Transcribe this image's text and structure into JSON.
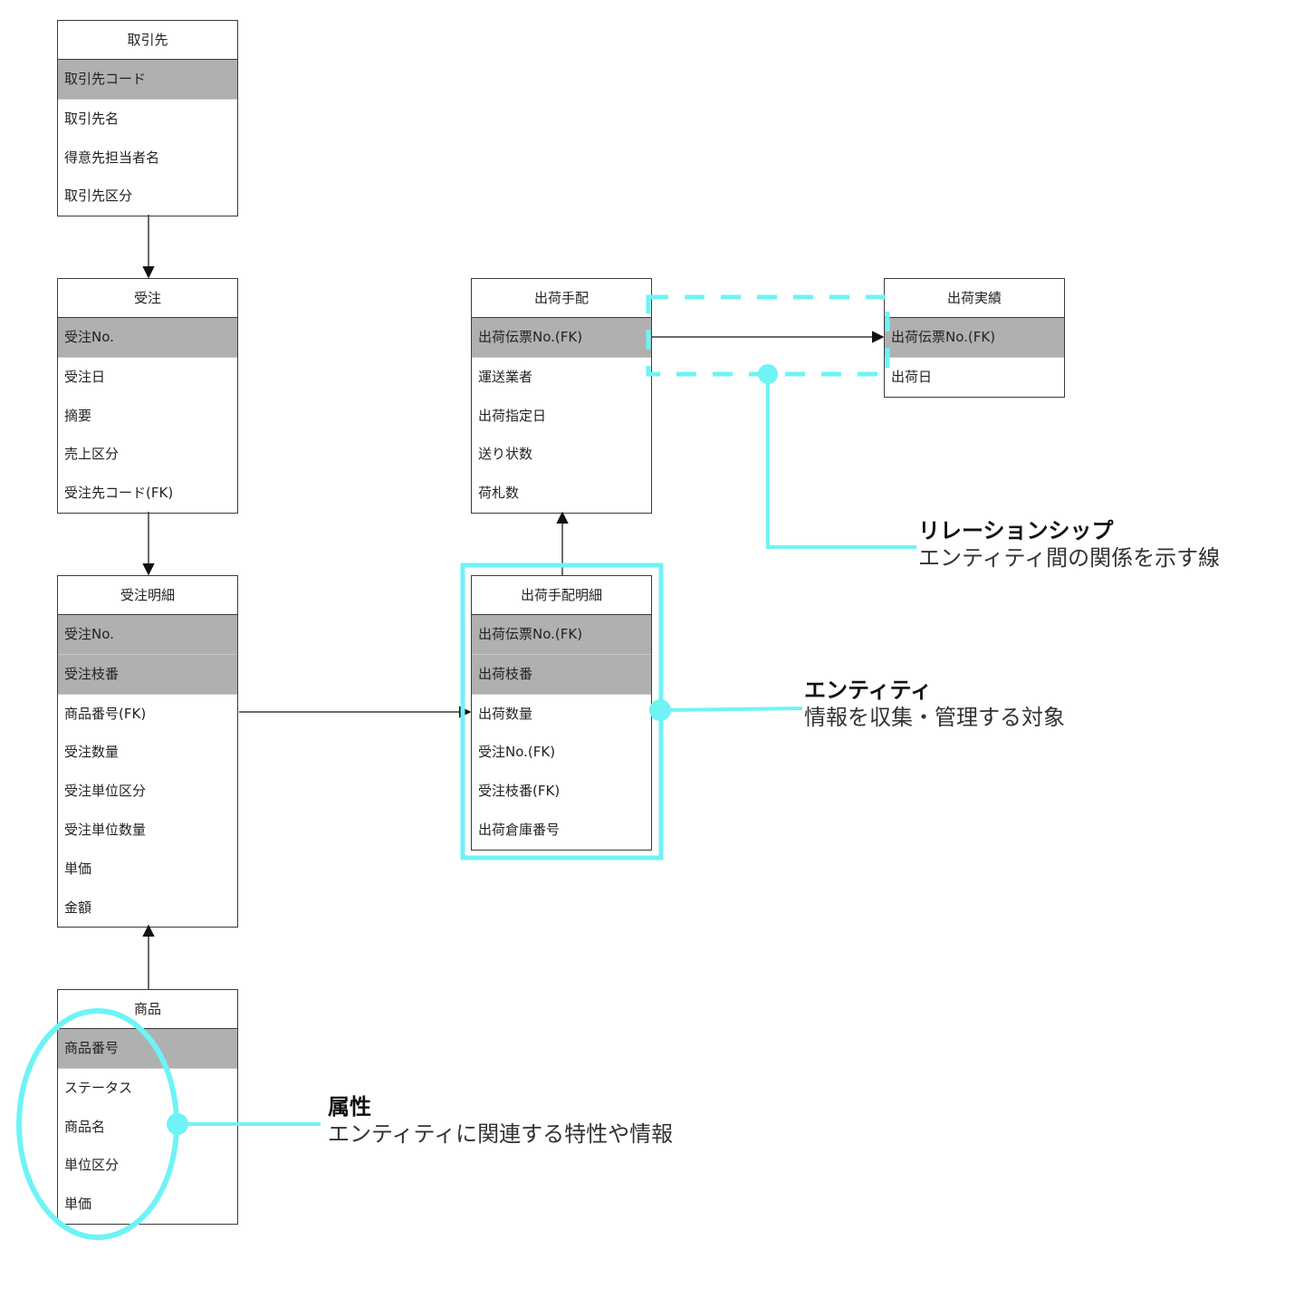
{
  "entities": {
    "torihikisaki": {
      "title": "取引先",
      "attributes": [
        {
          "label": "取引先コード",
          "pk": true
        },
        {
          "label": "取引先名",
          "pk": false
        },
        {
          "label": "得意先担当者名",
          "pk": false
        },
        {
          "label": "取引先区分",
          "pk": false
        }
      ]
    },
    "juchu": {
      "title": "受注",
      "attributes": [
        {
          "label": "受注No.",
          "pk": true
        },
        {
          "label": "受注日",
          "pk": false
        },
        {
          "label": "摘要",
          "pk": false
        },
        {
          "label": "売上区分",
          "pk": false
        },
        {
          "label": "受注先コード(FK)",
          "pk": false
        }
      ]
    },
    "juchu_meisai": {
      "title": "受注明細",
      "attributes": [
        {
          "label": "受注No.",
          "pk": true
        },
        {
          "label": "受注枝番",
          "pk": true
        },
        {
          "label": "商品番号(FK)",
          "pk": false
        },
        {
          "label": "受注数量",
          "pk": false
        },
        {
          "label": "受注単位区分",
          "pk": false
        },
        {
          "label": "受注単位数量",
          "pk": false
        },
        {
          "label": "単価",
          "pk": false
        },
        {
          "label": "金額",
          "pk": false
        }
      ]
    },
    "shohin": {
      "title": "商品",
      "attributes": [
        {
          "label": "商品番号",
          "pk": true
        },
        {
          "label": "ステータス",
          "pk": false
        },
        {
          "label": "商品名",
          "pk": false
        },
        {
          "label": "単位区分",
          "pk": false
        },
        {
          "label": "単価",
          "pk": false
        }
      ]
    },
    "shukka_tehai": {
      "title": "出荷手配",
      "attributes": [
        {
          "label": "出荷伝票No.(FK)",
          "pk": true
        },
        {
          "label": "運送業者",
          "pk": false
        },
        {
          "label": "出荷指定日",
          "pk": false
        },
        {
          "label": "送り状数",
          "pk": false
        },
        {
          "label": "荷札数",
          "pk": false
        }
      ]
    },
    "shukka_tehai_meisai": {
      "title": "出荷手配明細",
      "attributes": [
        {
          "label": "出荷伝票No.(FK)",
          "pk": true
        },
        {
          "label": "出荷枝番",
          "pk": true
        },
        {
          "label": "出荷数量",
          "pk": false
        },
        {
          "label": "受注No.(FK)",
          "pk": false
        },
        {
          "label": "受注枝番(FK)",
          "pk": false
        },
        {
          "label": "出荷倉庫番号",
          "pk": false
        }
      ]
    },
    "shukka_jisseki": {
      "title": "出荷実績",
      "attributes": [
        {
          "label": "出荷伝票No.(FK)",
          "pk": true
        },
        {
          "label": "出荷日",
          "pk": false
        }
      ]
    }
  },
  "relationships": [
    {
      "from": "torihikisaki",
      "to": "juchu"
    },
    {
      "from": "juchu",
      "to": "juchu_meisai"
    },
    {
      "from": "shohin",
      "to": "juchu_meisai"
    },
    {
      "from": "juchu_meisai",
      "to": "shukka_tehai_meisai"
    },
    {
      "from": "shukka_tehai_meisai",
      "to": "shukka_tehai"
    },
    {
      "from": "shukka_tehai",
      "to": "shukka_jisseki"
    }
  ],
  "annotations": {
    "relationship": {
      "heading": "リレーションシップ",
      "description": "エンティティ間の関係を示す線"
    },
    "entity": {
      "heading": "エンティティ",
      "description": "情報を収集・管理する対象"
    },
    "attribute": {
      "heading": "属性",
      "description": "エンティティに関連する特性や情報"
    }
  },
  "colors": {
    "highlight": "#6ff3f5",
    "pk_fill": "#b0b0b0",
    "border": "#3a3a3a"
  }
}
